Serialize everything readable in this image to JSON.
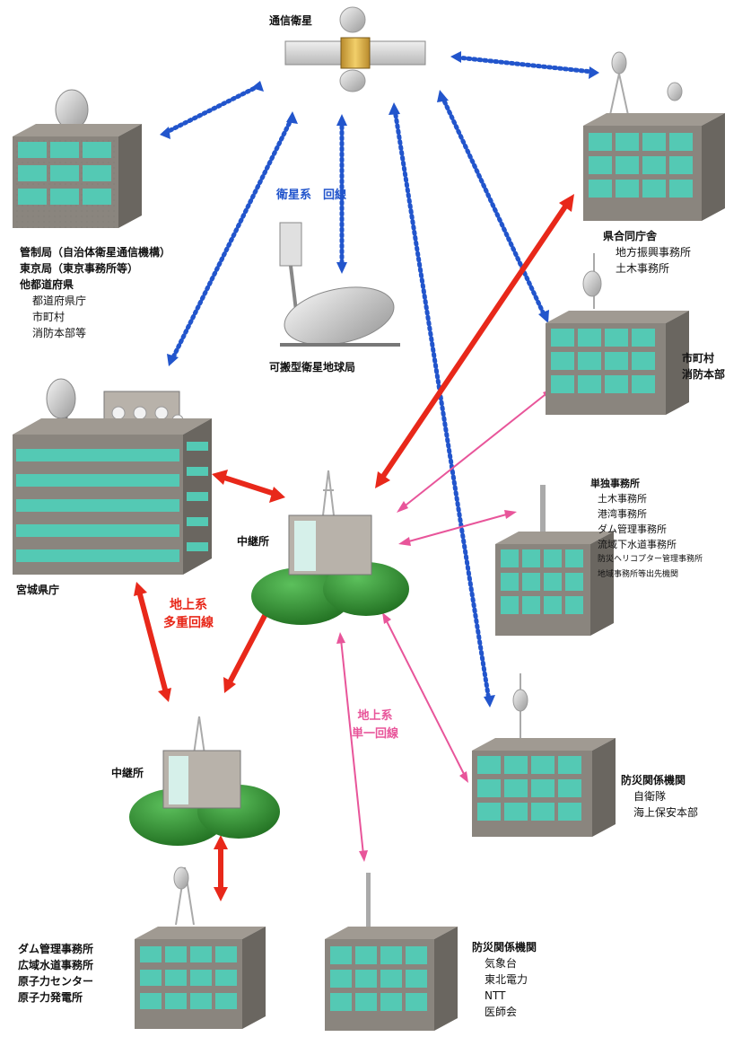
{
  "nodes": {
    "satellite": {
      "title": "通信衛星"
    },
    "central": {
      "lines": [
        "管制局（自治体衛星通信機構）",
        "東京局（東京事務所等）",
        "他都道府県"
      ],
      "sub": [
        "都道府県庁",
        "市町村",
        "消防本部等"
      ]
    },
    "portable": {
      "title": "可搬型衛星地球局"
    },
    "joint_office": {
      "title": "県合同庁舎",
      "sub": [
        "地方振興事務所",
        "土木事務所"
      ]
    },
    "municipal": {
      "lines": [
        "市町村",
        "消防本部"
      ]
    },
    "single_offices": {
      "title": "単独事務所",
      "sub": [
        "土木事務所",
        "港湾事務所",
        "ダム管理事務所",
        "流域下水道事務所",
        "防災ヘリコプター管理事務所",
        "地域事務所等出先機関"
      ]
    },
    "prefecture": {
      "title": "宮城県庁"
    },
    "relay_main": {
      "title": "中継所"
    },
    "relay_sub": {
      "title": "中継所"
    },
    "disaster_agencies_1": {
      "title": "防災関係機関",
      "sub": [
        "自衛隊",
        "海上保安本部"
      ]
    },
    "dam_offices": {
      "lines": [
        "ダム管理事務所",
        "広域水道事務所",
        "原子力センター",
        "原子力発電所"
      ]
    },
    "disaster_agencies_2": {
      "title": "防災関係機関",
      "sub": [
        "気象台",
        "東北電力",
        "NTT",
        "医師会"
      ]
    }
  },
  "network_labels": {
    "satellite_lines": "衛星系　回線",
    "ground_multi": [
      "地上系",
      "多重回線"
    ],
    "ground_single": [
      "地上系",
      "単一回線"
    ]
  },
  "colors": {
    "satellite_link": "#2255cc",
    "ground_multi_link": "#e8281a",
    "ground_single_link": "#e8559a",
    "window": "#54c9b4",
    "hill": "#2f8a2f"
  },
  "icons": {
    "satellite": "satellite-icon",
    "dish": "satellite-dish-icon",
    "antenna": "antenna-tower-icon",
    "building": "building-icon"
  }
}
